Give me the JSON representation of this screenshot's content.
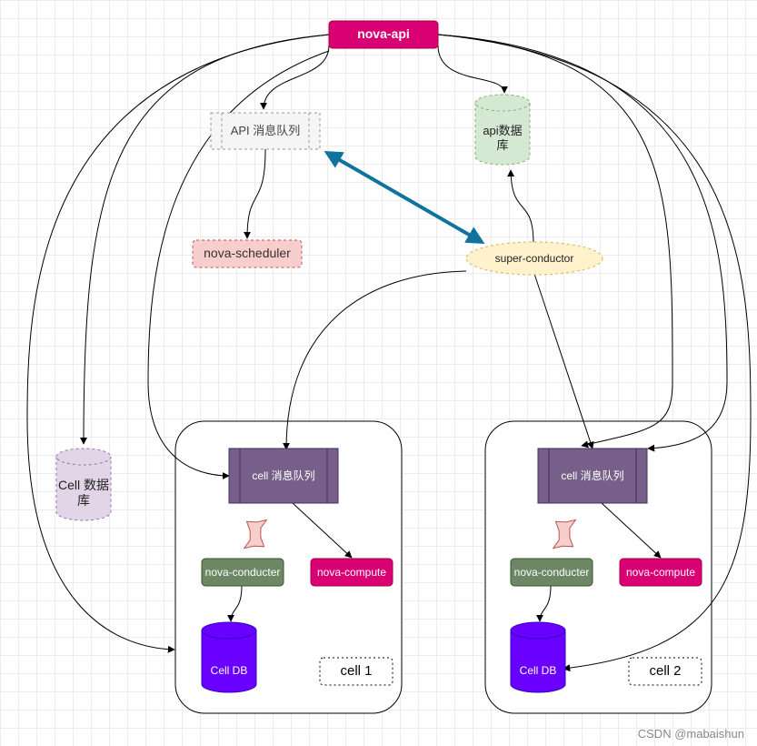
{
  "nodes": {
    "nova_api": "nova-api",
    "api_queue": "API 消息队列",
    "api_db": "api数据库",
    "nova_scheduler": "nova-scheduler",
    "super_conductor": "super-conductor",
    "cell_db_left": "Cell 数据库"
  },
  "cells": [
    {
      "name": "cell 1",
      "queue": "cell 消息队列",
      "conducter": "nova-conducter",
      "compute": "nova-compute",
      "db": "Cell DB"
    },
    {
      "name": "cell 2",
      "queue": "cell 消息队列",
      "conducter": "nova-conducter",
      "compute": "nova-compute",
      "db": "Cell DB"
    }
  ],
  "colors": {
    "nova_api": "#d80073",
    "queue_fill": "#76608a",
    "conducter_fill": "#6d8764",
    "compute_fill": "#d80073",
    "cell_db_fill": "#6a00ff",
    "api_db_fill": "#d5e8d4",
    "left_db_fill": "#e1d5e7",
    "scheduler_fill": "#f8cecc",
    "super_conductor_fill": "#fff2cc",
    "blue_arrow": "#10739e"
  },
  "watermark": "CSDN @mabaishun"
}
